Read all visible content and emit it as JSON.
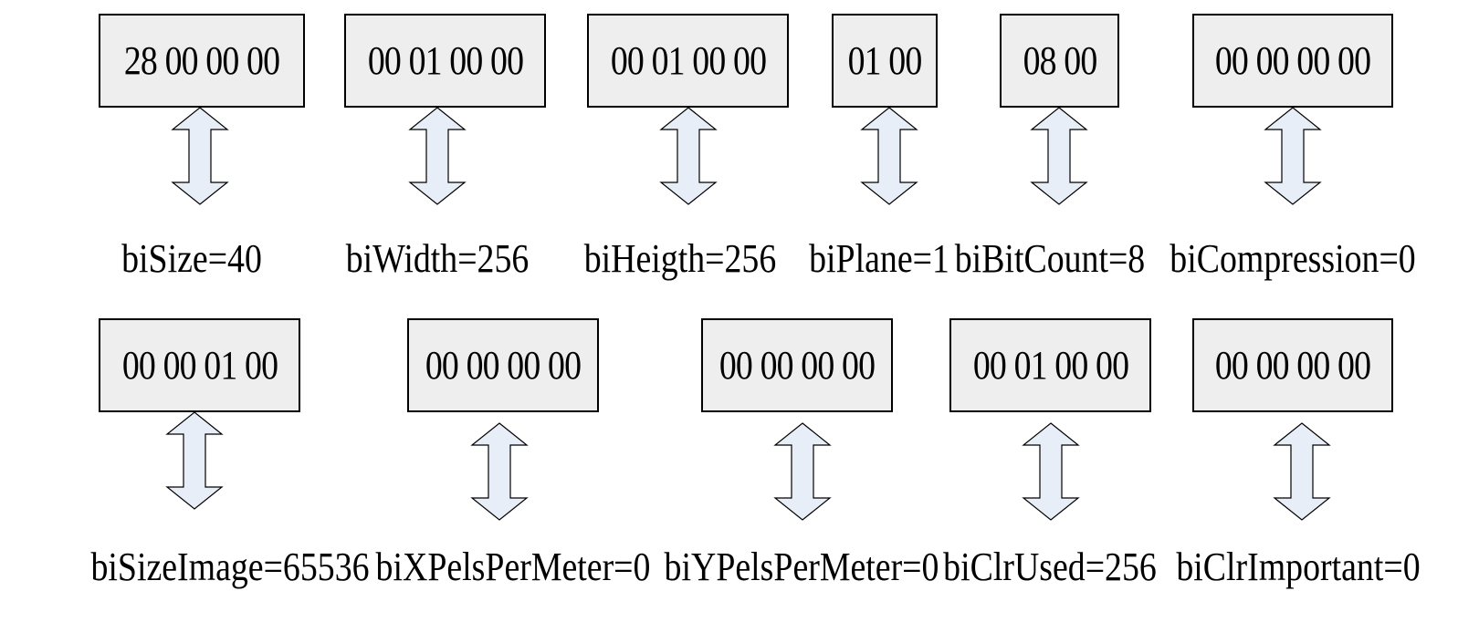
{
  "colors": {
    "box_fill": "#eeeeee",
    "arrow_fill": "#e8eef7",
    "stroke": "#000000"
  },
  "fields": [
    {
      "hex": "28 00 00 00",
      "label": "biSize=40"
    },
    {
      "hex": "00 01 00 00",
      "label": "biWidth=256"
    },
    {
      "hex": "00 01 00 00",
      "label": "biHeigth=256"
    },
    {
      "hex": "01 00",
      "label": "biPlane=1"
    },
    {
      "hex": "08 00",
      "label": "biBitCount=8"
    },
    {
      "hex": "00 00 00 00",
      "label": "biCompression=0"
    },
    {
      "hex": "00 00 01 00",
      "label": "biSizeImage=65536"
    },
    {
      "hex": "00 00 00 00",
      "label": "biXPelsPerMeter=0"
    },
    {
      "hex": "00 00 00 00",
      "label": "biYPelsPerMeter=0"
    },
    {
      "hex": "00 01 00 00",
      "label": "biClrUsed=256"
    },
    {
      "hex": "00 00 00 00",
      "label": "biClrImportant=0"
    }
  ]
}
